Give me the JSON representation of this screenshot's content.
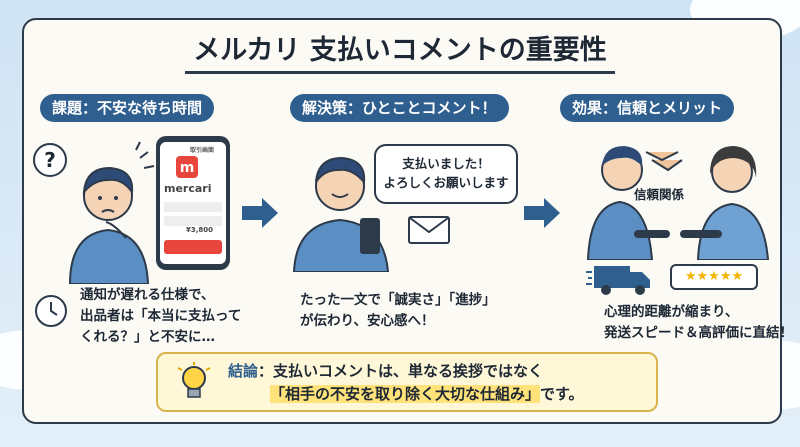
{
  "title": "メルカリ 支払いコメントの重要性",
  "sections": [
    {
      "heading": "課題：不安な待ち時間",
      "text_lines": [
        "通知が遅れる仕様で、",
        "出品者は「本当に支払って",
        "くれる？」と不安に…"
      ]
    },
    {
      "heading": "解決策：ひとことコメント！",
      "bubble_lines": [
        "支払いました！",
        "よろしくお願いします"
      ],
      "text_lines": [
        "たった一文で「誠実さ」「進捗」",
        "が伝わり、安心感へ！"
      ]
    },
    {
      "heading": "効果：信頼とメリット",
      "trust_label": "信頼関係",
      "text_lines": [
        "心理的距離が縮まり、",
        "発送スピード＆高評価に直結！"
      ]
    }
  ],
  "phone": {
    "header": "取引画面",
    "brand": "mercari",
    "price": "¥3,800"
  },
  "conclusion": {
    "label": "結論",
    "line1_rest": "：支払いコメントは、単なる挨拶ではなく",
    "line2_highlight": "「相手の不安を取り除く大切な仕組み」",
    "line2_rest": "です。"
  },
  "colors": {
    "accent": "#2f5f8f",
    "brand_red": "#e8453c",
    "highlight": "#ffe27a"
  }
}
